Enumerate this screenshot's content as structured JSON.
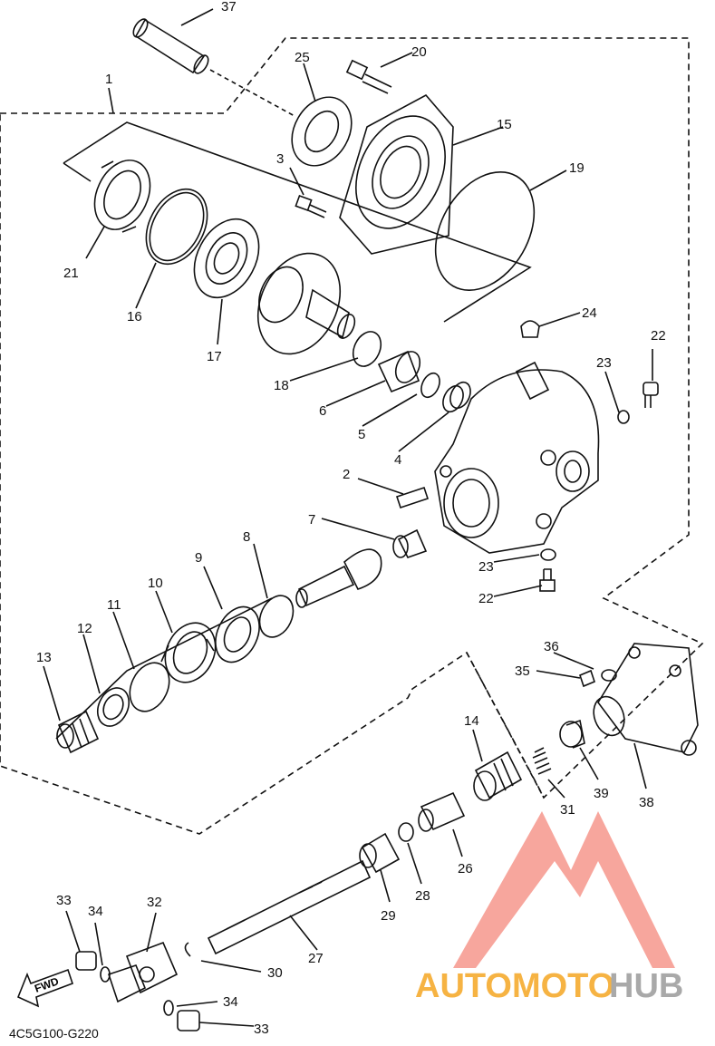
{
  "diagram": {
    "drawing_code": "4C5G100-G220",
    "direction_label": "FWD",
    "colors": {
      "line": "#111111",
      "logo_red": "#f26b5b",
      "logo_orange": "#f5a623",
      "logo_gray": "#9b9b9b"
    }
  },
  "callouts": [
    "1",
    "2",
    "3",
    "4",
    "5",
    "6",
    "7",
    "8",
    "9",
    "10",
    "11",
    "12",
    "13",
    "14",
    "15",
    "16",
    "17",
    "18",
    "19",
    "20",
    "21",
    "22",
    "23",
    "24",
    "25",
    "26",
    "27",
    "28",
    "29",
    "30",
    "31",
    "32",
    "33",
    "34",
    "35",
    "36",
    "37",
    "38",
    "39"
  ],
  "watermark": {
    "brand_a": "AUTOMOTO",
    "brand_b": "HUB",
    "icon": "mountain-a-logo-icon"
  }
}
